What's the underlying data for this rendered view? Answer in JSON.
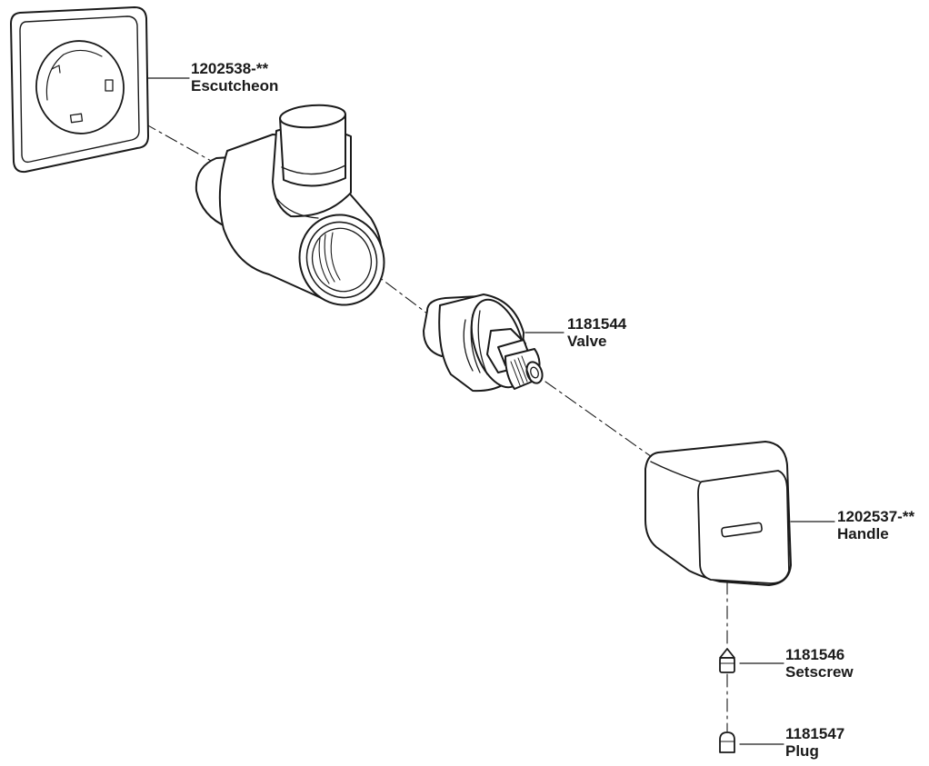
{
  "parts": {
    "escutcheon": {
      "number": "1202538-**",
      "name": "Escutcheon"
    },
    "valve": {
      "number": "1181544",
      "name": "Valve"
    },
    "handle": {
      "number": "1202537-**",
      "name": "Handle"
    },
    "setscrew": {
      "number": "1181546",
      "name": "Setscrew"
    },
    "plug": {
      "number": "1181547",
      "name": "Plug"
    }
  },
  "colors": {
    "line": "#1a1a1a",
    "fill": "#ffffff"
  }
}
